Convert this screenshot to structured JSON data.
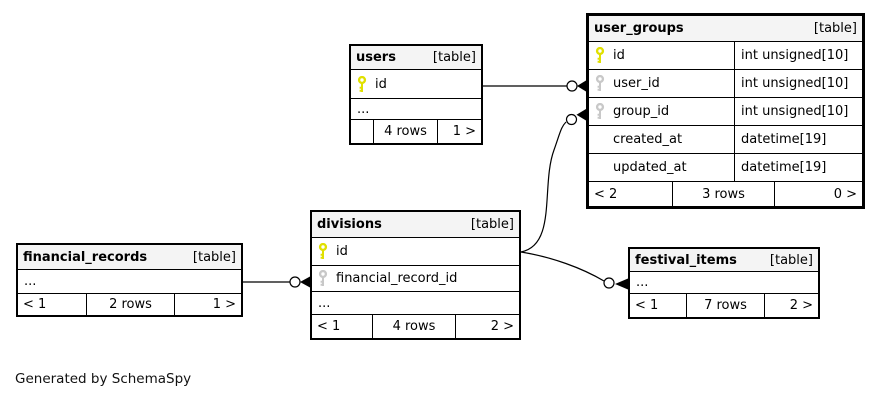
{
  "note": "Generated by SchemaSpy",
  "icons": {
    "primary_key": "key-icon",
    "foreign_key": "key-icon-muted"
  },
  "colors": {
    "primary_key": "#e0e000",
    "foreign_key": "#c8c8c8",
    "header_bg": "#f4f4f4",
    "border": "#000000",
    "line": "#000000"
  },
  "diagram": {
    "tables": {
      "users": {
        "name": "users",
        "tag": "[table]",
        "columns": [
          {
            "name": "id",
            "key": "primary"
          },
          {
            "name": "...",
            "key": "none"
          }
        ],
        "footer": {
          "parents": "",
          "rows": "4 rows",
          "children": "1 >"
        }
      },
      "user_groups": {
        "name": "user_groups",
        "tag": "[table]",
        "columns": [
          {
            "name": "id",
            "type": "int unsigned[10]",
            "key": "primary"
          },
          {
            "name": "user_id",
            "type": "int unsigned[10]",
            "key": "foreign"
          },
          {
            "name": "group_id",
            "type": "int unsigned[10]",
            "key": "foreign"
          },
          {
            "name": "created_at",
            "type": "datetime[19]",
            "key": "none"
          },
          {
            "name": "updated_at",
            "type": "datetime[19]",
            "key": "none"
          }
        ],
        "footer": {
          "parents": "< 2",
          "rows": "3 rows",
          "children": "0 >"
        }
      },
      "divisions": {
        "name": "divisions",
        "tag": "[table]",
        "columns": [
          {
            "name": "id",
            "key": "primary"
          },
          {
            "name": "financial_record_id",
            "key": "foreign"
          },
          {
            "name": "...",
            "key": "none"
          }
        ],
        "footer": {
          "parents": "< 1",
          "rows": "4 rows",
          "children": "2 >"
        }
      },
      "financial_records": {
        "name": "financial_records",
        "tag": "[table]",
        "columns": [
          {
            "name": "...",
            "key": "none"
          }
        ],
        "footer": {
          "parents": "< 1",
          "rows": "2 rows",
          "children": "1 >"
        }
      },
      "festival_items": {
        "name": "festival_items",
        "tag": "[table]",
        "columns": [
          {
            "name": "...",
            "key": "none"
          }
        ],
        "footer": {
          "parents": "< 1",
          "rows": "7 rows",
          "children": "2 >"
        }
      }
    },
    "relationships": [
      {
        "from": "users.id",
        "to": "user_groups.user_id"
      },
      {
        "from": "divisions.id",
        "to": "user_groups.group_id"
      },
      {
        "from": "financial_records",
        "to": "divisions.financial_record_id"
      },
      {
        "from": "divisions.id",
        "to": "festival_items"
      }
    ]
  }
}
